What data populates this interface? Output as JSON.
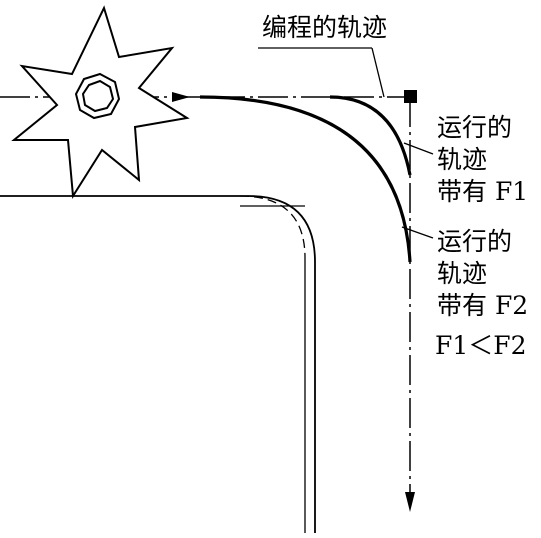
{
  "labels": {
    "programmed_path": "编程的轨迹",
    "path_f1_line1": "运行的",
    "path_f1_line2": "轨迹",
    "path_f1_line3": "带有 F1",
    "path_f2_line1": "运行的",
    "path_f2_line2": "轨迹",
    "path_f2_line3": "带有 F2",
    "comparison": "F1＜F2"
  },
  "icons": {
    "cutter": "milling-cutter-icon",
    "corner_marker": "square-marker-icon",
    "arrow": "arrowhead-icon"
  },
  "colors": {
    "ink": "#000000",
    "background": "#ffffff"
  }
}
